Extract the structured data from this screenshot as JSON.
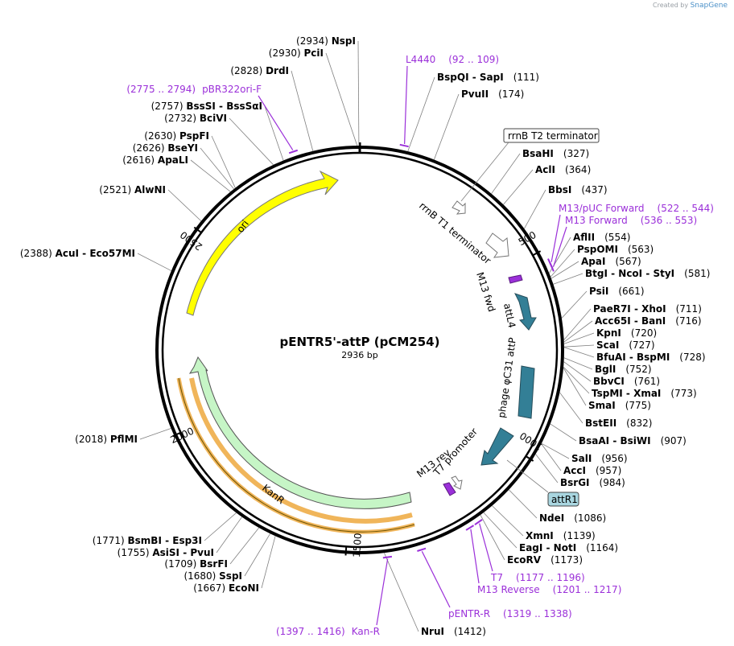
{
  "credit": {
    "prefix": "Created by",
    "brand": "SnapGene"
  },
  "plasmid": {
    "name": "pENTR5'-attP (pCM254)",
    "length": "2936 bp",
    "length_bp": 2936
  },
  "ticks": [
    {
      "pos": 500,
      "label": "500"
    },
    {
      "pos": 1000,
      "label": "1000"
    },
    {
      "pos": 1500,
      "label": "1500"
    },
    {
      "pos": 2000,
      "label": "2000"
    },
    {
      "pos": 2500,
      "label": "2500"
    }
  ],
  "sites": [
    {
      "name": "NspI",
      "pos": "(2934)",
      "side": "left"
    },
    {
      "name": "PciI",
      "pos": "(2930)",
      "side": "left"
    },
    {
      "name": "DrdI",
      "pos": "(2828)",
      "side": "left"
    },
    {
      "name": "BssSI  -  BssSαI",
      "pos": "(2757)",
      "side": "left"
    },
    {
      "name": "BciVI",
      "pos": "(2732)",
      "side": "left"
    },
    {
      "name": "PspFI",
      "pos": "(2630)",
      "side": "left"
    },
    {
      "name": "BseYI",
      "pos": "(2626)",
      "side": "left"
    },
    {
      "name": "ApaLI",
      "pos": "(2616)",
      "side": "left"
    },
    {
      "name": "AlwNI",
      "pos": "(2521)",
      "side": "left"
    },
    {
      "name": "AcuI  -  Eco57MI",
      "pos": "(2388)",
      "side": "left"
    },
    {
      "name": "PflMI",
      "pos": "(2018)",
      "side": "left"
    },
    {
      "name": "BsmBI  -  Esp3I",
      "pos": "(1771)",
      "side": "left"
    },
    {
      "name": "AsiSI  -  PvuI",
      "pos": "(1755)",
      "side": "left"
    },
    {
      "name": "BsrFI",
      "pos": "(1709)",
      "side": "left"
    },
    {
      "name": "SspI",
      "pos": "(1680)",
      "side": "left"
    },
    {
      "name": "EcoNI",
      "pos": "(1667)",
      "side": "left"
    },
    {
      "name": "BspQI  -  SapI",
      "pos": "(111)",
      "side": "right"
    },
    {
      "name": "PvuII",
      "pos": "(174)",
      "side": "right"
    },
    {
      "name": "BsaHI",
      "pos": "(327)",
      "side": "right"
    },
    {
      "name": "AclI",
      "pos": "(364)",
      "side": "right"
    },
    {
      "name": "BbsI",
      "pos": "(437)",
      "side": "right"
    },
    {
      "name": "AflII",
      "pos": "(554)",
      "side": "right"
    },
    {
      "name": "PspOMI",
      "pos": "(563)",
      "side": "right"
    },
    {
      "name": "ApaI",
      "pos": "(567)",
      "side": "right"
    },
    {
      "name": "BtgI  -  NcoI  -  StyI",
      "pos": "(581)",
      "side": "right"
    },
    {
      "name": "PsiI",
      "pos": "(661)",
      "side": "right"
    },
    {
      "name": "PaeR7I  -  XhoI",
      "pos": "(711)",
      "side": "right"
    },
    {
      "name": "Acc65I  -  BanI",
      "pos": "(716)",
      "side": "right"
    },
    {
      "name": "KpnI",
      "pos": "(720)",
      "side": "right"
    },
    {
      "name": "ScaI",
      "pos": "(727)",
      "side": "right"
    },
    {
      "name": "BfuAI  -  BspMI",
      "pos": "(728)",
      "side": "right"
    },
    {
      "name": "BglI",
      "pos": "(752)",
      "side": "right"
    },
    {
      "name": "BbvCI",
      "pos": "(761)",
      "side": "right"
    },
    {
      "name": "TspMI  -  XmaI",
      "pos": "(773)",
      "side": "right"
    },
    {
      "name": "SmaI",
      "pos": "(775)",
      "side": "right"
    },
    {
      "name": "BstEII",
      "pos": "(832)",
      "side": "right"
    },
    {
      "name": "BsaAI  -  BsiWI",
      "pos": "(907)",
      "side": "right"
    },
    {
      "name": "SalI",
      "pos": "(956)",
      "side": "right"
    },
    {
      "name": "AccI",
      "pos": "(957)",
      "side": "right"
    },
    {
      "name": "BsrGI",
      "pos": "(984)",
      "side": "right"
    },
    {
      "name": "NdeI",
      "pos": "(1086)",
      "side": "right"
    },
    {
      "name": "XmnI",
      "pos": "(1139)",
      "side": "right"
    },
    {
      "name": "EagI  -  NotI",
      "pos": "(1164)",
      "side": "right"
    },
    {
      "name": "EcoRV",
      "pos": "(1173)",
      "side": "right"
    },
    {
      "name": "NruI",
      "pos": "(1412)",
      "side": "right"
    }
  ],
  "primers": [
    {
      "name": "L4440",
      "range": "(92 .. 109)"
    },
    {
      "name": "pBR322ori-F",
      "range": "(2775 .. 2794)"
    },
    {
      "name": "M13/pUC Forward",
      "range": "(522 .. 544)"
    },
    {
      "name": "M13 Forward",
      "range": "(536 .. 553)"
    },
    {
      "name": "T7",
      "range": "(1177 .. 1196)"
    },
    {
      "name": "M13 Reverse",
      "range": "(1201 .. 1217)"
    },
    {
      "name": "pENTR-R",
      "range": "(1319 .. 1338)"
    },
    {
      "name": "Kan-R",
      "range": "(1397 .. 1416)"
    }
  ],
  "features": {
    "rrnB_T2": "rrnB T2 terminator",
    "rrnB_T1": "rrnB T1 terminator",
    "m13_fwd": "M13 fwd",
    "attL4": "attL4",
    "attP": "phage φC31 attP",
    "t7_promoter": "T7 promoter",
    "m13_rev": "M13 rev",
    "attR1": "attR1",
    "kanR": "KanR",
    "ori": "ori"
  },
  "colors": {
    "backbone": "#000000",
    "ori": "#ffff00",
    "kanR": "#c6f5c6",
    "att_feature": "#337f96",
    "primer": "#9b30d9",
    "promoter": "#ffffff",
    "attR1_box": "#a9d6e0",
    "kan_highlight": "#f0b55a"
  }
}
